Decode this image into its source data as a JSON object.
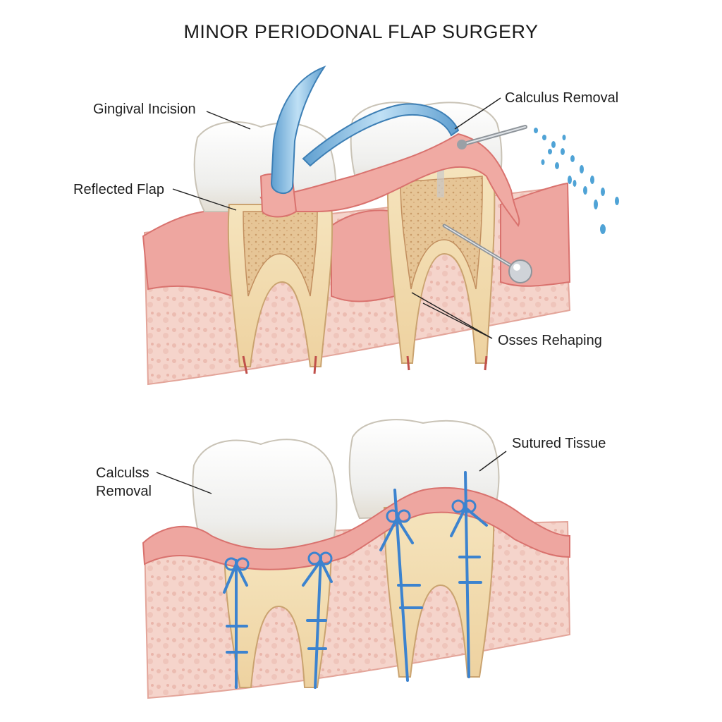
{
  "title": "MINOR PERIODONAL FLAP SURGERY",
  "labels": {
    "gingival_incision": "Gingival Incision",
    "calculus_removal_top": "Calculus Removal",
    "reflected_flap": "Reflected Flap",
    "osses_rehaping": "Osses Rehaping",
    "calculss_line1": "Calculss",
    "calculss_line2": "Removal",
    "sutured_tissue": "Sutured Tissue"
  },
  "colors": {
    "enamel": "#f4f4f2",
    "dentin": "#f1dfb4",
    "pulp": "#e9c790",
    "gum": "#eea6a0",
    "gum_dark": "#d9726e",
    "bone": "#f3cfc6",
    "suture": "#4a8fd6",
    "instrument_blue": "#8cc0e6",
    "metal": "#b9bec4"
  },
  "icons": {
    "curette": "blue-curette-icon",
    "probe": "metal-probe-icon",
    "scaler": "metal-scaler-icon",
    "water_spray": "water-droplets-icon",
    "suture_knot": "suture-knot-icon"
  }
}
